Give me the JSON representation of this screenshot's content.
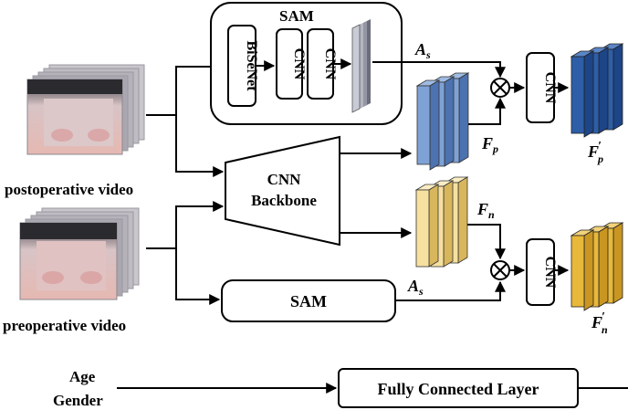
{
  "sam_top": {
    "title": "SAM",
    "bisenet": "BiSeNet",
    "cnn1": "CNN",
    "cnn2": "CNN"
  },
  "labels": {
    "as_top": "A",
    "as_top_sub": "s",
    "fp": "F",
    "fp_sub": "p",
    "fp_prime": "F",
    "fp_prime_sup": "′",
    "fp_prime_sub": "p",
    "fn": "F",
    "fn_sub": "n",
    "fn_prime": "F",
    "fn_prime_sup": "′",
    "fn_prime_sub": "n",
    "as_bottom": "A",
    "as_bottom_sub": "s"
  },
  "backbone": {
    "line1": "CNN",
    "line2": "Backbone"
  },
  "sam_bottom": {
    "title": "SAM"
  },
  "cnn_right_top": "CNN",
  "cnn_right_bottom": "CNN",
  "videos": {
    "post": "postoperative video",
    "pre": "preoperative video"
  },
  "meta": {
    "age": "Age",
    "gender": "Gender"
  },
  "fc_layer": "Fully Connected Layer",
  "colors": {
    "blue_light": "#7fa2d6",
    "blue_mid": "#5e86c6",
    "blue_dark": "#2e5ea8",
    "blue_dark_side": "#1d4587",
    "yellow_light": "#f6e0a0",
    "yellow_mid": "#eccc78",
    "yellow_dark": "#e8b83a",
    "yellow_dark_side": "#c99622",
    "gray_stack": "#c9ccd6",
    "gray_stack_side": "#8d909c",
    "skin": "#e2b9b4",
    "hair": "#2b2a2f"
  }
}
